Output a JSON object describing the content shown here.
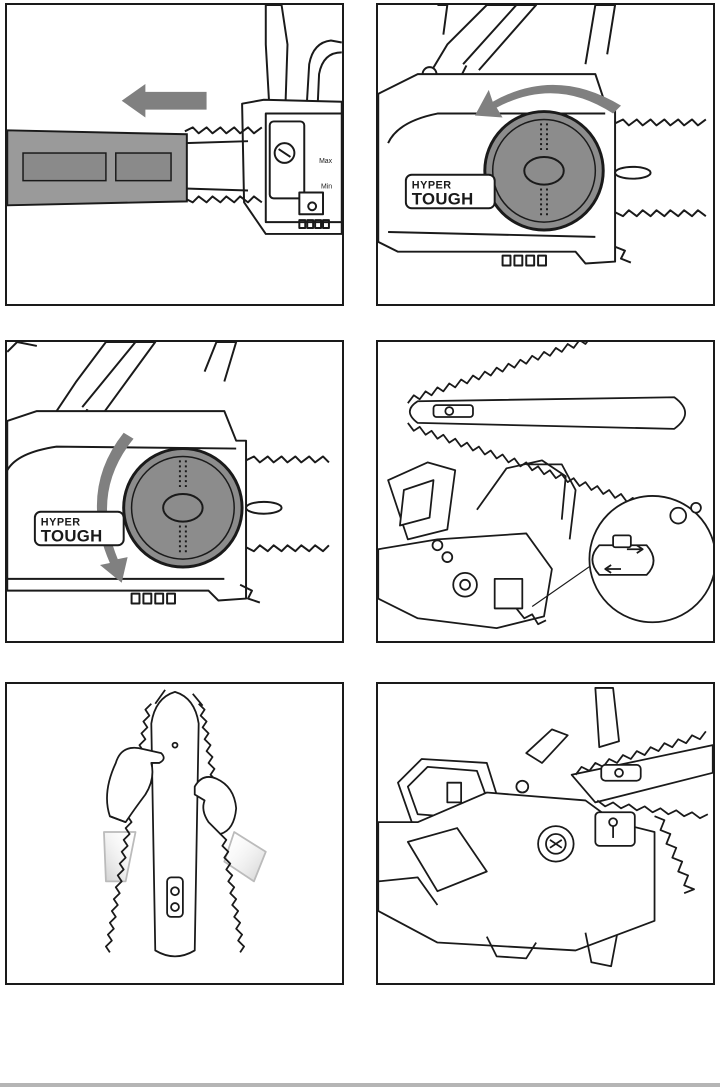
{
  "brand": {
    "logo_line1": "HYPER",
    "logo_line2": "TOUGH"
  },
  "panel1": {
    "label_max": "Max",
    "label_min": "Min"
  },
  "colors": {
    "ink": "#1a1a1a",
    "arrow_gray": "#808080",
    "bar_gray": "#9a9a9a",
    "cover_gray": "#8c8c8c",
    "footer_rule": "#b5b5b5"
  }
}
